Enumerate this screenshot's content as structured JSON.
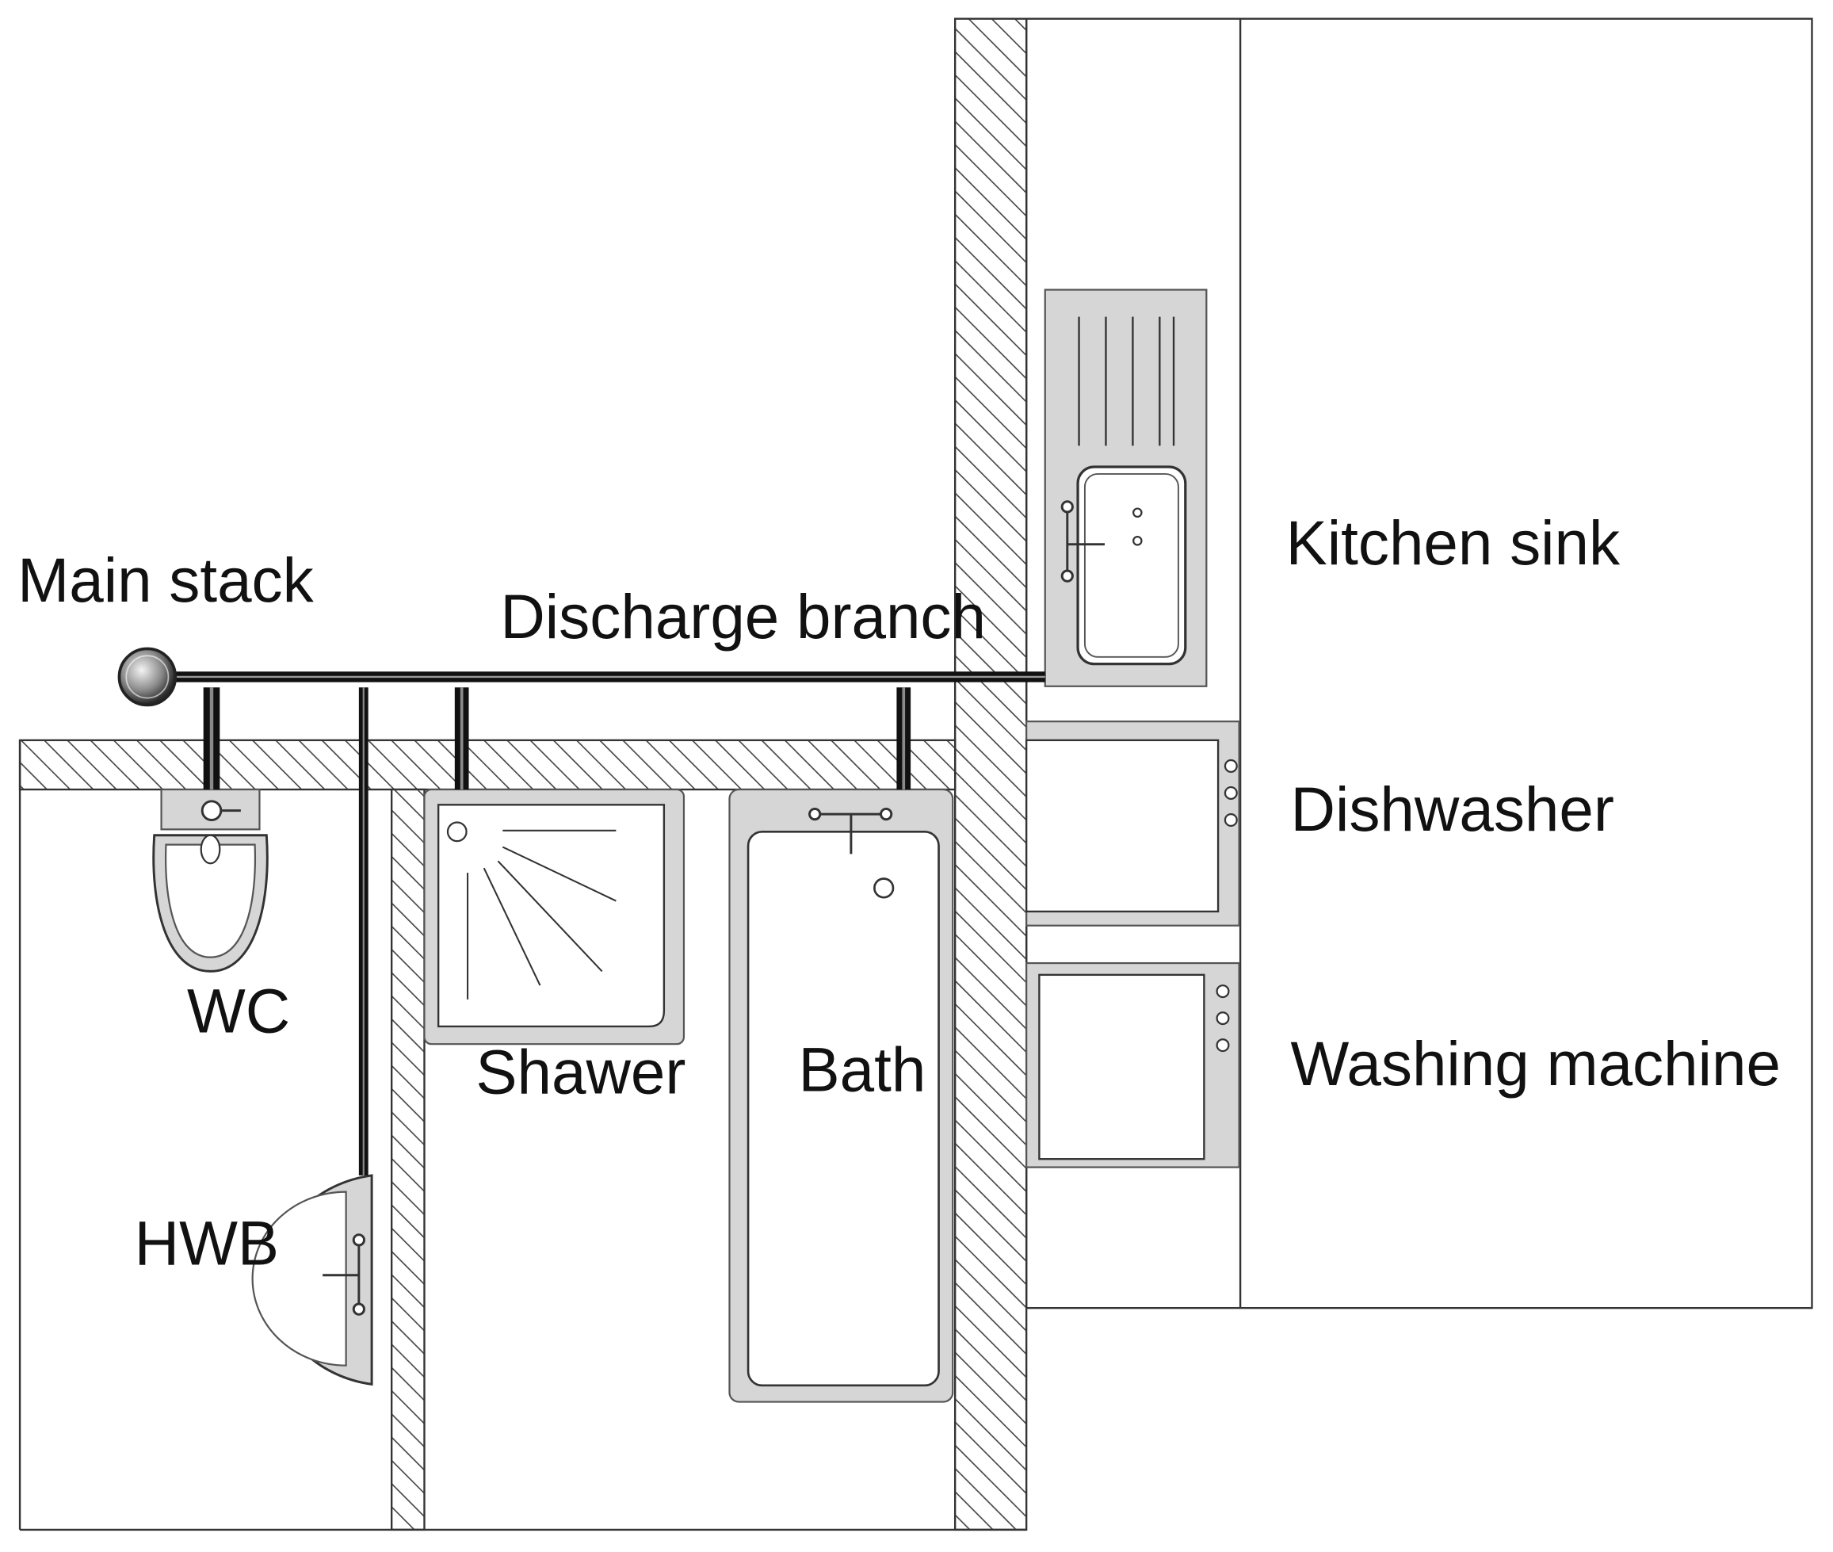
{
  "labels": {
    "main_stack": "Main stack",
    "discharge_branch": "Discharge branch",
    "kitchen_sink": "Kitchen sink",
    "dishwasher": "Dishwasher",
    "washing_machine": "Washing machine",
    "wc": "WC",
    "shower": "Shawer",
    "bath": "Bath",
    "hwb": "HWB"
  },
  "colors": {
    "wall_line": "#333333",
    "pipe": "#111111",
    "fixture_fill": "#d6d6d6",
    "fixture_inner": "#ffffff"
  }
}
